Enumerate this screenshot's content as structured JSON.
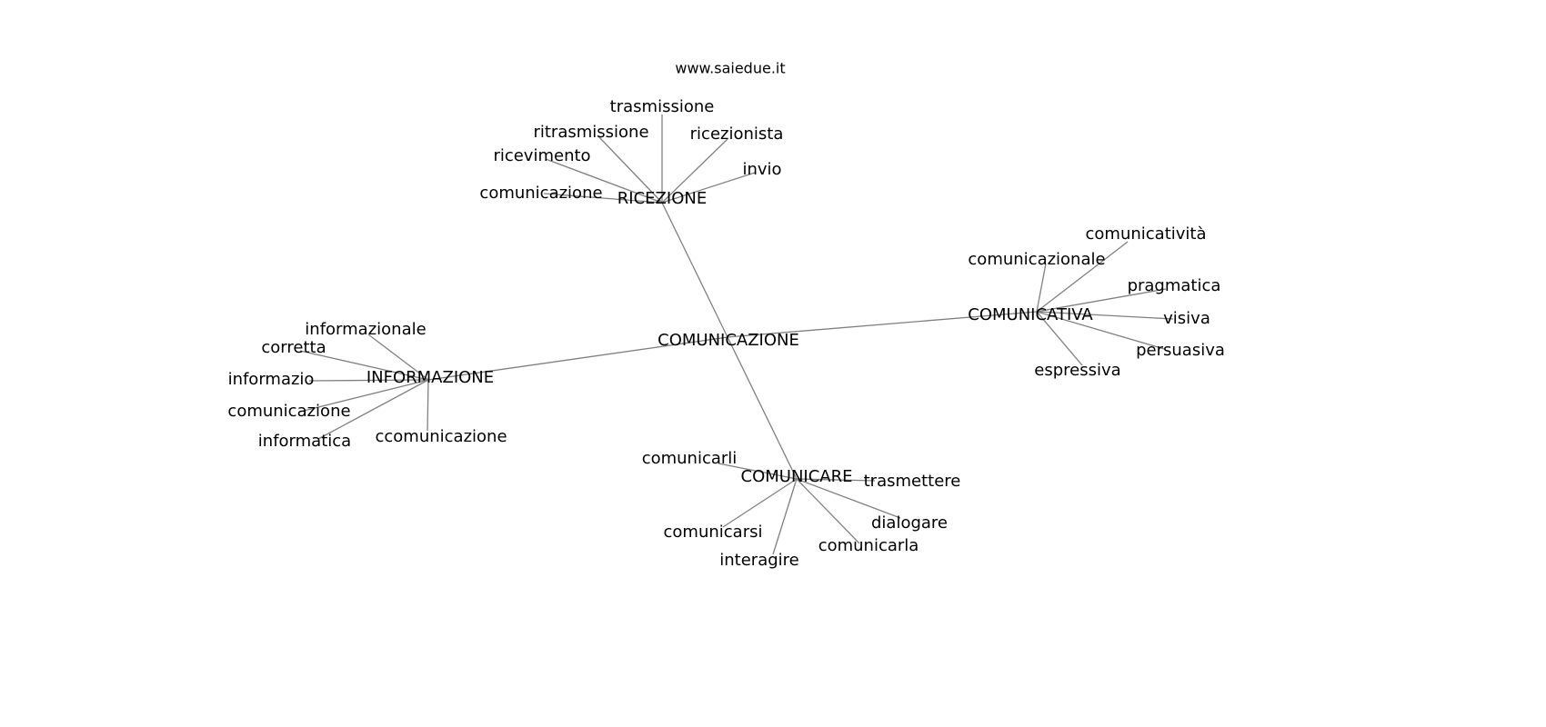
{
  "title": "www.saiedue.it",
  "nodes": [
    {
      "id": "comunicazione_root",
      "label": "COMUNICAZIONE"
    },
    {
      "id": "ricezione",
      "label": "RICEZIONE"
    },
    {
      "id": "informazione",
      "label": "INFORMAZIONE"
    },
    {
      "id": "comunicativa",
      "label": "COMUNICATIVA"
    },
    {
      "id": "comunicare",
      "label": "COMUNICARE"
    },
    {
      "id": "r1",
      "label": "ritrasmissione"
    },
    {
      "id": "r2",
      "label": "trasmissione"
    },
    {
      "id": "r3",
      "label": "ricezionista"
    },
    {
      "id": "r4",
      "label": "invio"
    },
    {
      "id": "r5",
      "label": "ricevimento"
    },
    {
      "id": "r6",
      "label": "comunicazione"
    },
    {
      "id": "i1",
      "label": "informazionale"
    },
    {
      "id": "i2",
      "label": "corretta"
    },
    {
      "id": "i3",
      "label": "informazio"
    },
    {
      "id": "i4",
      "label": "comunicazione"
    },
    {
      "id": "i5",
      "label": "informatica"
    },
    {
      "id": "i6",
      "label": "ccomunicazione"
    },
    {
      "id": "a1",
      "label": "comunicazionale"
    },
    {
      "id": "a2",
      "label": "comunicatività"
    },
    {
      "id": "a3",
      "label": "pragmatica"
    },
    {
      "id": "a4",
      "label": "visiva"
    },
    {
      "id": "a5",
      "label": "persuasiva"
    },
    {
      "id": "a6",
      "label": "espressiva"
    },
    {
      "id": "c1",
      "label": "comunicarli"
    },
    {
      "id": "c2",
      "label": "trasmettere"
    },
    {
      "id": "c3",
      "label": "dialogare"
    },
    {
      "id": "c4",
      "label": "comunicarla"
    },
    {
      "id": "c5",
      "label": "interagire"
    },
    {
      "id": "c6",
      "label": "comunicarsi"
    }
  ],
  "edges": [
    [
      "comunicazione_root",
      "ricezione"
    ],
    [
      "comunicazione_root",
      "informazione"
    ],
    [
      "comunicazione_root",
      "comunicativa"
    ],
    [
      "comunicazione_root",
      "comunicare"
    ],
    [
      "ricezione",
      "r1"
    ],
    [
      "ricezione",
      "r2"
    ],
    [
      "ricezione",
      "r3"
    ],
    [
      "ricezione",
      "r4"
    ],
    [
      "ricezione",
      "r5"
    ],
    [
      "ricezione",
      "r6"
    ],
    [
      "informazione",
      "i1"
    ],
    [
      "informazione",
      "i2"
    ],
    [
      "informazione",
      "i3"
    ],
    [
      "informazione",
      "i4"
    ],
    [
      "informazione",
      "i5"
    ],
    [
      "informazione",
      "i6"
    ],
    [
      "comunicativa",
      "a1"
    ],
    [
      "comunicativa",
      "a2"
    ],
    [
      "comunicativa",
      "a3"
    ],
    [
      "comunicativa",
      "a4"
    ],
    [
      "comunicativa",
      "a5"
    ],
    [
      "comunicativa",
      "a6"
    ],
    [
      "comunicare",
      "c1"
    ],
    [
      "comunicare",
      "c2"
    ],
    [
      "comunicare",
      "c3"
    ],
    [
      "comunicare",
      "c4"
    ],
    [
      "comunicare",
      "c5"
    ],
    [
      "comunicare",
      "c6"
    ]
  ]
}
